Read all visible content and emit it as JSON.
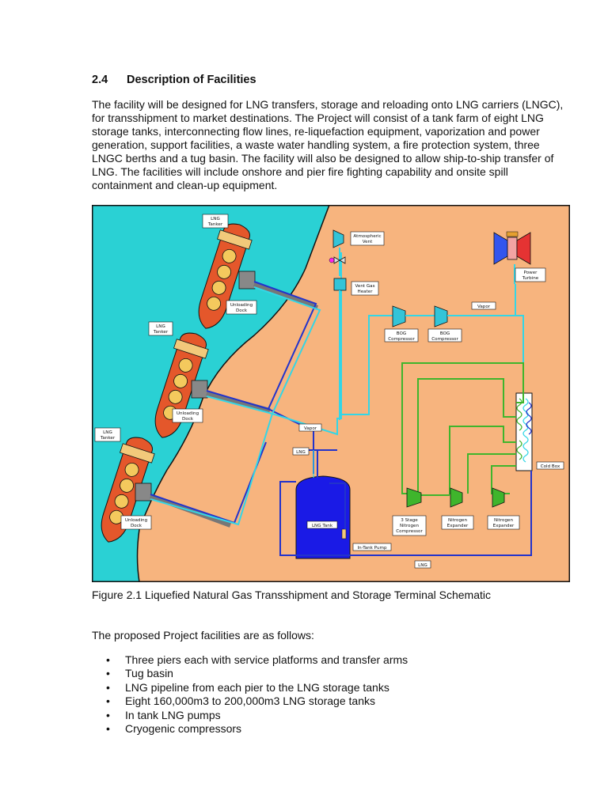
{
  "section": {
    "number": "2.4",
    "title": "Description of Facilities",
    "paragraph": "The facility will be designed for LNG transfers, storage and reloading onto LNG carriers (LNGC), for transshipment to market destinations. The Project will consist of a tank farm of eight LNG storage tanks, interconnecting flow lines, re-liquefaction equipment, vaporization and power generation, support facilities, a waste water handling system, a fire protection system, three LNGC berths and a tug basin. The facility will also be designed to allow ship-to-ship transfer of LNG.  The facilities will include onshore and pier fire fighting capability and onsite spill containment and clean-up equipment."
  },
  "figure": {
    "caption": "Figure 2.1 Liquefied Natural Gas Transshipment and Storage Terminal Schematic",
    "colors": {
      "water": "#2ad1d4",
      "land": "#f7b47e",
      "vapor_line": "#33d6e6",
      "lng_line": "#2233cc",
      "nitrogen_line": "#3fb52c",
      "tanker": "#e4572b",
      "tank": "#1a1ae6"
    },
    "labels": {
      "tanker_1": [
        "LNG",
        "Tanker"
      ],
      "tanker_2": [
        "LNG",
        "Tanker"
      ],
      "tanker_3": [
        "LNG",
        "Tanker"
      ],
      "dock_1": [
        "Unloading",
        "Dock"
      ],
      "dock_2": [
        "Unloading",
        "Dock"
      ],
      "dock_3": [
        "Unloading",
        "Dock"
      ],
      "vent": [
        "Atmospheric",
        "Vent"
      ],
      "heater": [
        "Vent Gas",
        "Heater"
      ],
      "turbine": [
        "Power",
        "Turbine"
      ],
      "vapor_top": "Vapor",
      "bog_1": [
        "BOG",
        "Compressor"
      ],
      "bog_2": [
        "BOG",
        "Compressor"
      ],
      "vapor_mid": "Vapor",
      "lng_upper": "LNG",
      "lng_tank": "LNG Tank",
      "pump": "In-Tank Pump",
      "cold_box": "Cold Box",
      "stage_comp": [
        "3 Stage",
        "Nitrogen",
        "Compressor"
      ],
      "expander_1": [
        "Nitrogen",
        "Expander"
      ],
      "expander_2": [
        "Nitrogen",
        "Expander"
      ],
      "lng_bottom": "LNG"
    }
  },
  "list": {
    "intro": "The proposed Project facilities are as follows:",
    "items": [
      "Three piers each with service platforms and transfer arms",
      "Tug basin",
      "LNG pipeline from each pier to the LNG storage tanks",
      "Eight 160,000m3 to 200,000m3 LNG storage tanks",
      "In tank LNG pumps",
      "Cryogenic compressors"
    ]
  }
}
